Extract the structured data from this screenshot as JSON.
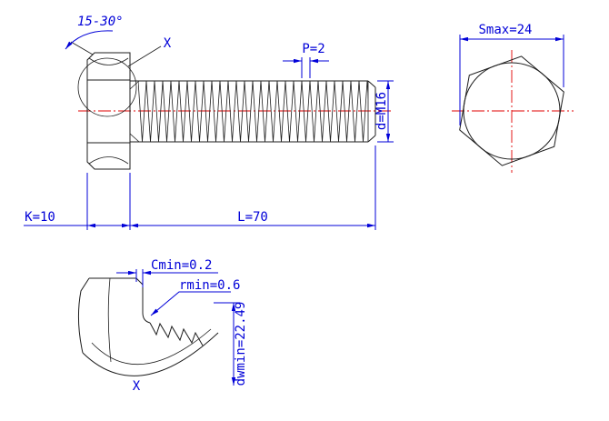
{
  "colors": {
    "geometry": "#1c1c1c",
    "dimension": "#0000d8",
    "centerline": "#e00000"
  },
  "main_view": {
    "angle_label": "15-30°",
    "detail_marker": "X",
    "pitch_label": "P=2",
    "thread_diameter_label": "d=M16",
    "head_height_label": "K=10",
    "length_label": "L=70"
  },
  "end_view": {
    "width_label": "Smax=24"
  },
  "detail_view": {
    "chamfer_label": "Cmin=0.2",
    "fillet_radius_label": "rmin=0.6",
    "washer_diameter_label": "dwmin=22.49",
    "detail_marker": "X"
  }
}
